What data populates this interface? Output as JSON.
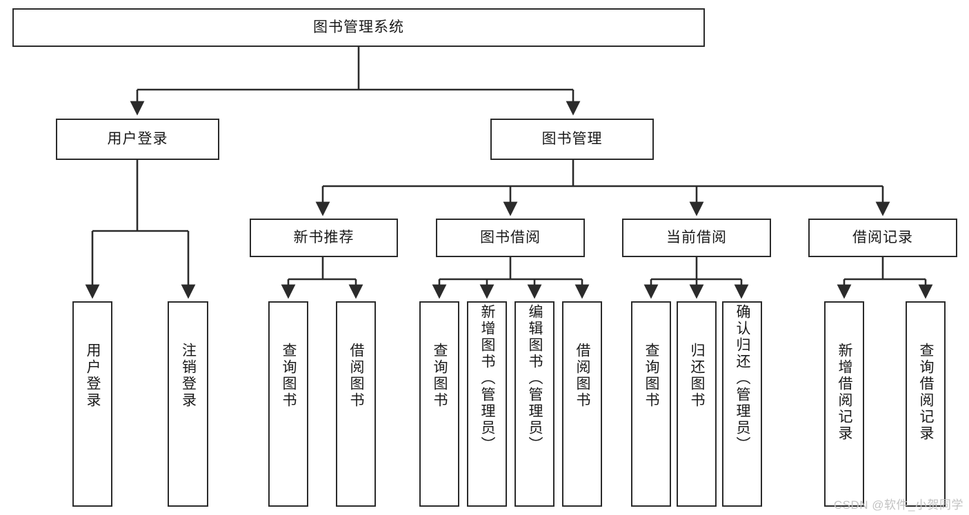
{
  "diagram": {
    "type": "tree-hierarchy",
    "title": "图书管理系统",
    "root": {
      "label": "图书管理系统"
    },
    "level2": [
      {
        "label": "用户登录"
      },
      {
        "label": "图书管理"
      }
    ],
    "level3": [
      {
        "label": "新书推荐"
      },
      {
        "label": "图书借阅"
      },
      {
        "label": "当前借阅"
      },
      {
        "label": "借阅记录"
      }
    ],
    "leaves": {
      "user_login": [
        "用户登录",
        "注销登录"
      ],
      "new_book_recommend": [
        "查询图书",
        "借阅图书"
      ],
      "book_borrow": [
        "查询图书",
        "新增图书（管理员）",
        "编辑图书（管理员）",
        "借阅图书"
      ],
      "current_borrow": [
        "查询图书",
        "归还图书",
        "确认归还（管理员）"
      ],
      "borrow_record": [
        "新增借阅记录",
        "查询借阅记录"
      ]
    },
    "watermark": "CSDN @软件_小贺同学",
    "colors": {
      "stroke": "#2b2b2b",
      "background": "#ffffff",
      "text": "#1a1a1a",
      "watermark": "#c2c2c2"
    }
  }
}
